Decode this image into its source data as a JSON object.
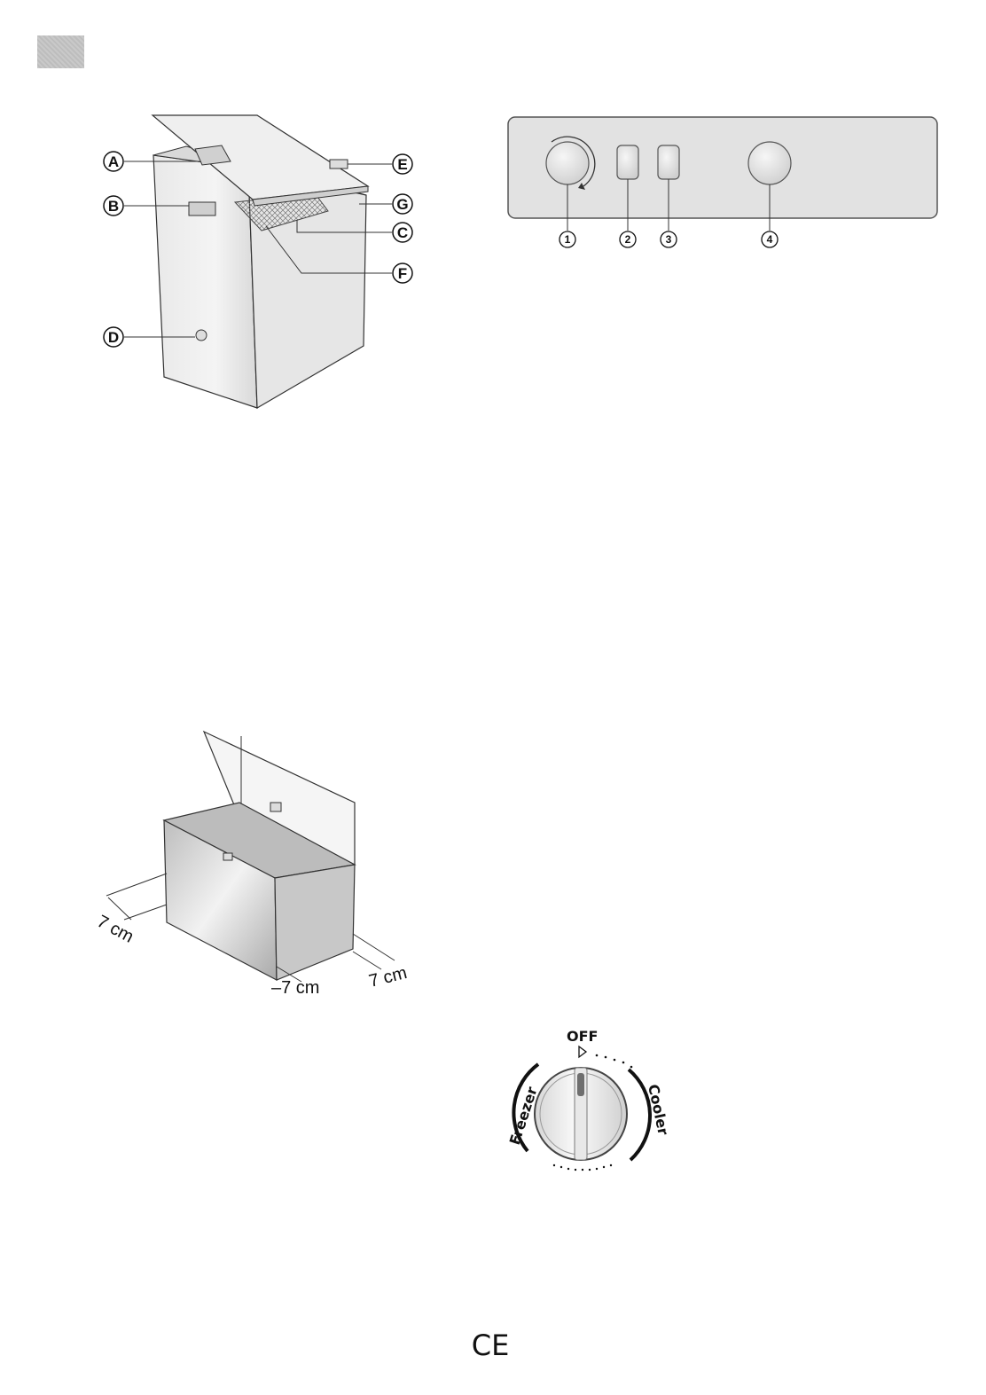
{
  "freezer_parts": {
    "labels": [
      "A",
      "B",
      "C",
      "D",
      "E",
      "F",
      "G"
    ]
  },
  "control_panel": {
    "labels": [
      "1",
      "2",
      "3",
      "4"
    ]
  },
  "clearance": {
    "left": "7 cm",
    "front": "–7 cm",
    "right": "7 cm"
  },
  "thermostat": {
    "off_label": "OFF",
    "freezer_label": "Freezer",
    "cooler_label": "Cooler"
  },
  "footer": {
    "mark": "CE"
  },
  "colors": {
    "page_tab": "#c4c4c4",
    "panel_fill": "#e0e0e0",
    "appliance_fill": "#ececec",
    "line": "#222222"
  }
}
